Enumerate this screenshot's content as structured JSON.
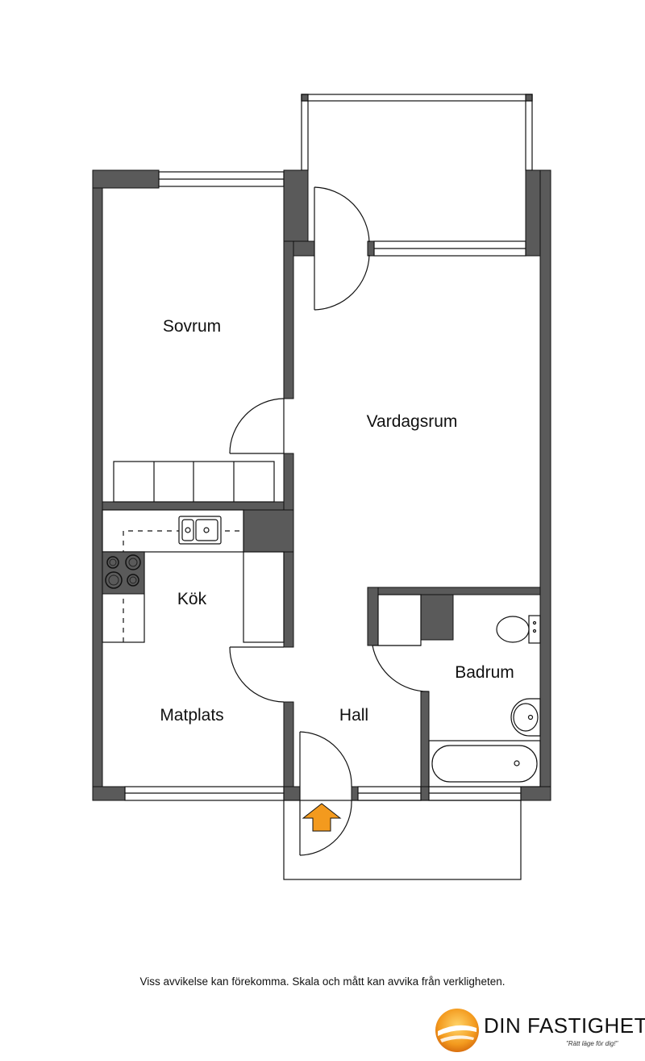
{
  "rooms": {
    "sovrum": "Sovrum",
    "vardagsrum": "Vardagsrum",
    "kok": "Kök",
    "badrum": "Badrum",
    "matplats": "Matplats",
    "hall": "Hall"
  },
  "footer": {
    "disclaimer": "Viss avvikelse kan förekomma. Skala och mått kan avvika från verkligheten."
  },
  "logo": {
    "name_first": "Din",
    "name_second": "Fastighet",
    "slogan": "\"Rätt läge för dig!\""
  },
  "colors": {
    "wall": "#5a5a5a",
    "line": "#111111",
    "entrance_arrow": "#f39a1e",
    "logo_orange": "#f39a1e"
  }
}
